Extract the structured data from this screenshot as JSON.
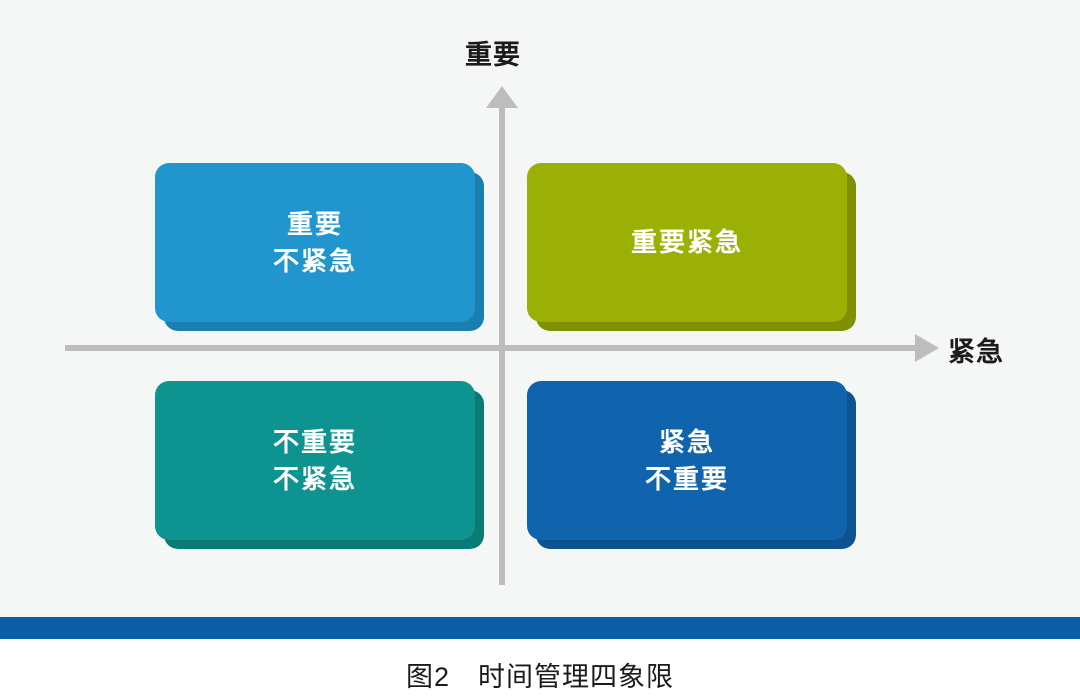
{
  "figure": {
    "caption": "图2　时间管理四象限",
    "background_color": "#f5f6f6",
    "rule_color": "#0b5da4"
  },
  "axes": {
    "y_label": "重要",
    "x_label": "紧急",
    "axis_color": "#bdbdbd",
    "y_arrow_icon": "arrow-up-icon",
    "x_arrow_icon": "arrow-right-icon"
  },
  "chart_data": {
    "type": "diagram",
    "title": "图2　时间管理四象限",
    "xlabel": "紧急",
    "ylabel": "重要",
    "quadrants": [
      {
        "id": "important-not-urgent",
        "position": "top-left",
        "lines": [
          "重要",
          "不紧急"
        ],
        "color": "#2196ce",
        "shadow_color": "#1a7eaf"
      },
      {
        "id": "important-urgent",
        "position": "top-right",
        "lines": [
          "重要紧急"
        ],
        "color": "#9bb005",
        "shadow_color": "#7f9003"
      },
      {
        "id": "not-important-not-urgent",
        "position": "bottom-left",
        "lines": [
          "不重要",
          "不紧急"
        ],
        "color": "#0d9490",
        "shadow_color": "#0a7a77"
      },
      {
        "id": "urgent-not-important",
        "position": "bottom-right",
        "lines": [
          "紧急",
          "不重要"
        ],
        "color": "#1064ae",
        "shadow_color": "#0d5390"
      }
    ]
  }
}
